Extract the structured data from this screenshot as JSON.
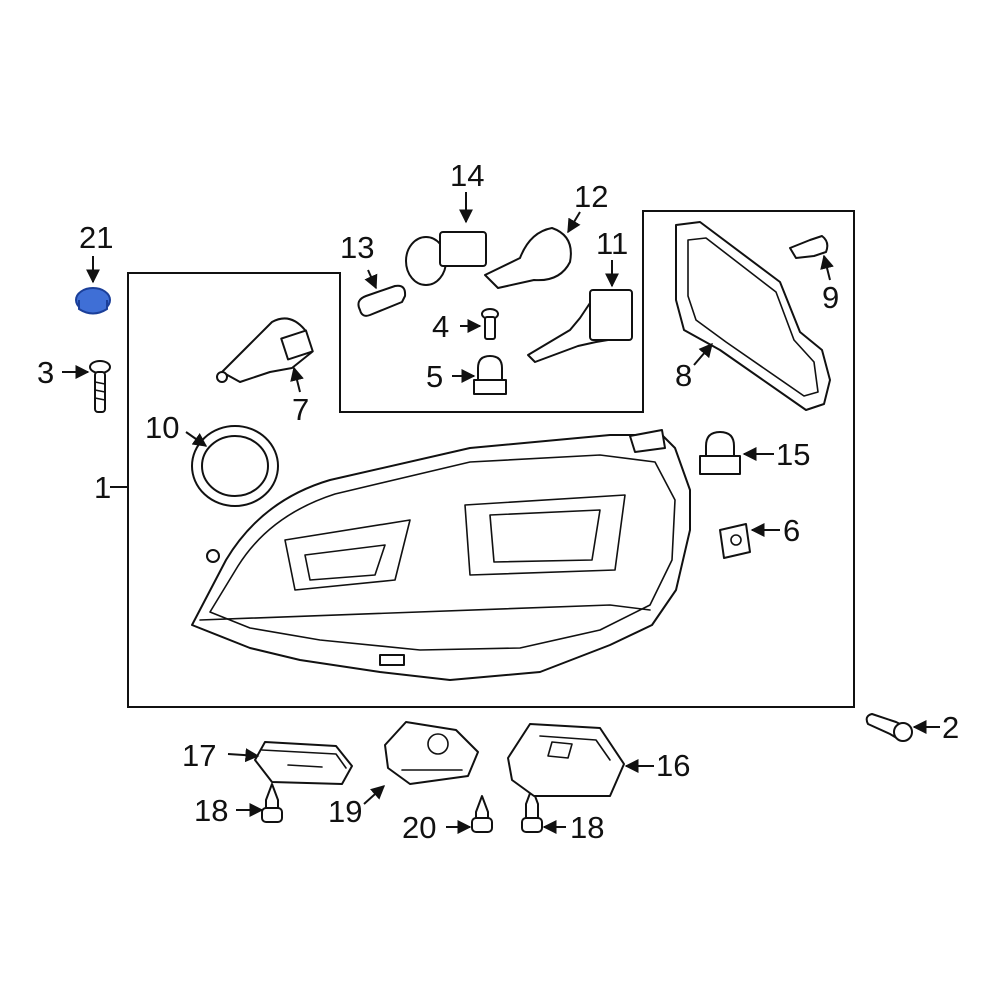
{
  "diagram": {
    "callouts": {
      "c1": "1",
      "c2": "2",
      "c3": "3",
      "c4": "4",
      "c5": "5",
      "c6": "6",
      "c7": "7",
      "c8": "8",
      "c9": "9",
      "c10": "10",
      "c11": "11",
      "c12": "12",
      "c13": "13",
      "c14": "14",
      "c15": "15",
      "c16": "16",
      "c17": "17",
      "c18a": "18",
      "c18b": "18",
      "c19": "19",
      "c20": "20",
      "c21": "21"
    },
    "highlight_color": "#3f6fd6",
    "highlighted_part": "21"
  }
}
